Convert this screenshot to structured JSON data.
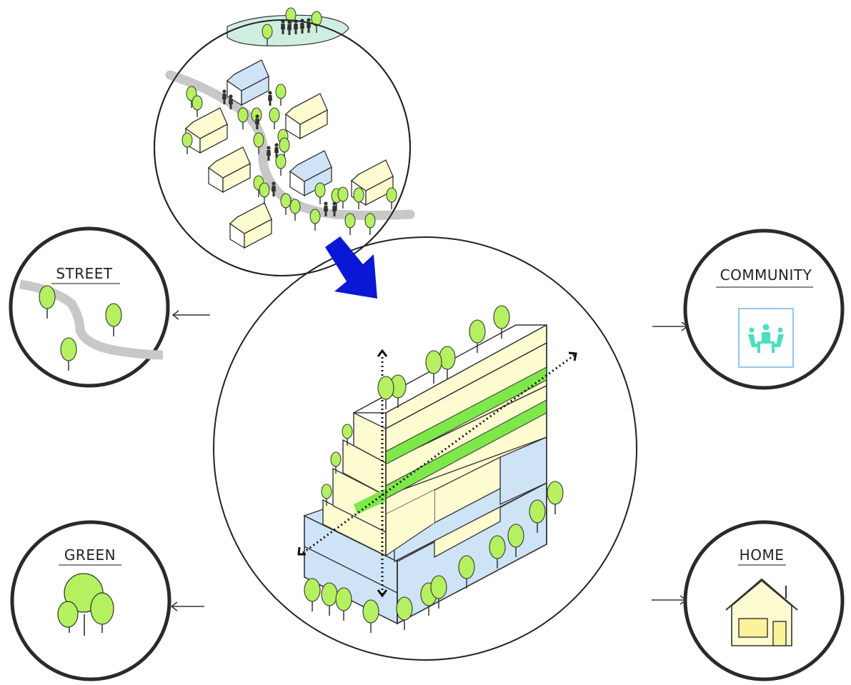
{
  "labels": {
    "street": "STREET",
    "community": "COMMUNITY",
    "green": "GREEN",
    "home": "HOME"
  },
  "colors": {
    "tree_green": "#b5f060",
    "strip_green": "#7ee84a",
    "house_yellow": "#fdfbd0",
    "house_blue": "#cfe3f7",
    "road_gray": "#c8c8c8",
    "park_green": "#cfeee0",
    "arrow_blue": "#0a18d6",
    "community_icon": "#49e0c0"
  },
  "icons": [
    "street-icon",
    "community-icon",
    "green-icon",
    "home-icon",
    "down-arrow-icon",
    "left-arrow-icon",
    "right-arrow-icon"
  ]
}
